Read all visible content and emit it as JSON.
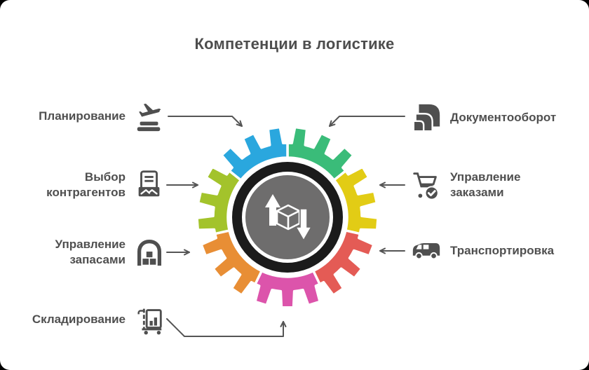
{
  "title": "Компетенции в логистике",
  "colors": {
    "background": "#000000",
    "card": "#ffffff",
    "title_text": "#4d4d4d",
    "label_text": "#4f4f4f",
    "icon": "#4f4f4f",
    "connector": "#555555",
    "hub_ring": "#1b1b1b",
    "hub_fill": "#6e6d6d",
    "hub_icon": "#ffffff"
  },
  "gear": {
    "type": "gear-cycle-diagram",
    "teeth_per_segment": 3,
    "center_icon": "box-transfer-icon",
    "segments": [
      {
        "label_ref": "documents",
        "color": "#3abc79"
      },
      {
        "label_ref": "orders",
        "color": "#e2cc15"
      },
      {
        "label_ref": "transport",
        "color": "#e45b55"
      },
      {
        "label_ref": "warehousing",
        "color": "#dc54ab"
      },
      {
        "label_ref": "inventory",
        "color": "#e88e35"
      },
      {
        "label_ref": "contractors",
        "color": "#a3c32b"
      },
      {
        "label_ref": "planning",
        "color": "#2aa7de"
      }
    ]
  },
  "labels": [
    {
      "id": "planning",
      "side": "left",
      "icon": "plane-takeoff-icon",
      "lines": [
        "Планирование"
      ]
    },
    {
      "id": "contractors",
      "side": "left",
      "icon": "contract-handshake-icon",
      "lines": [
        "Выбор",
        "контрагентов"
      ]
    },
    {
      "id": "inventory",
      "side": "left",
      "icon": "warehouse-icon",
      "lines": [
        "Управление",
        "запасами"
      ]
    },
    {
      "id": "warehousing",
      "side": "left",
      "icon": "trolley-boxes-icon",
      "lines": [
        "Складирование"
      ]
    },
    {
      "id": "documents",
      "side": "right",
      "icon": "documents-stack-icon",
      "lines": [
        "Документооборот"
      ]
    },
    {
      "id": "orders",
      "side": "right",
      "icon": "cart-check-icon",
      "lines": [
        "Управление",
        "заказами"
      ]
    },
    {
      "id": "transport",
      "side": "right",
      "icon": "delivery-van-icon",
      "lines": [
        "Транспортировка"
      ]
    }
  ]
}
